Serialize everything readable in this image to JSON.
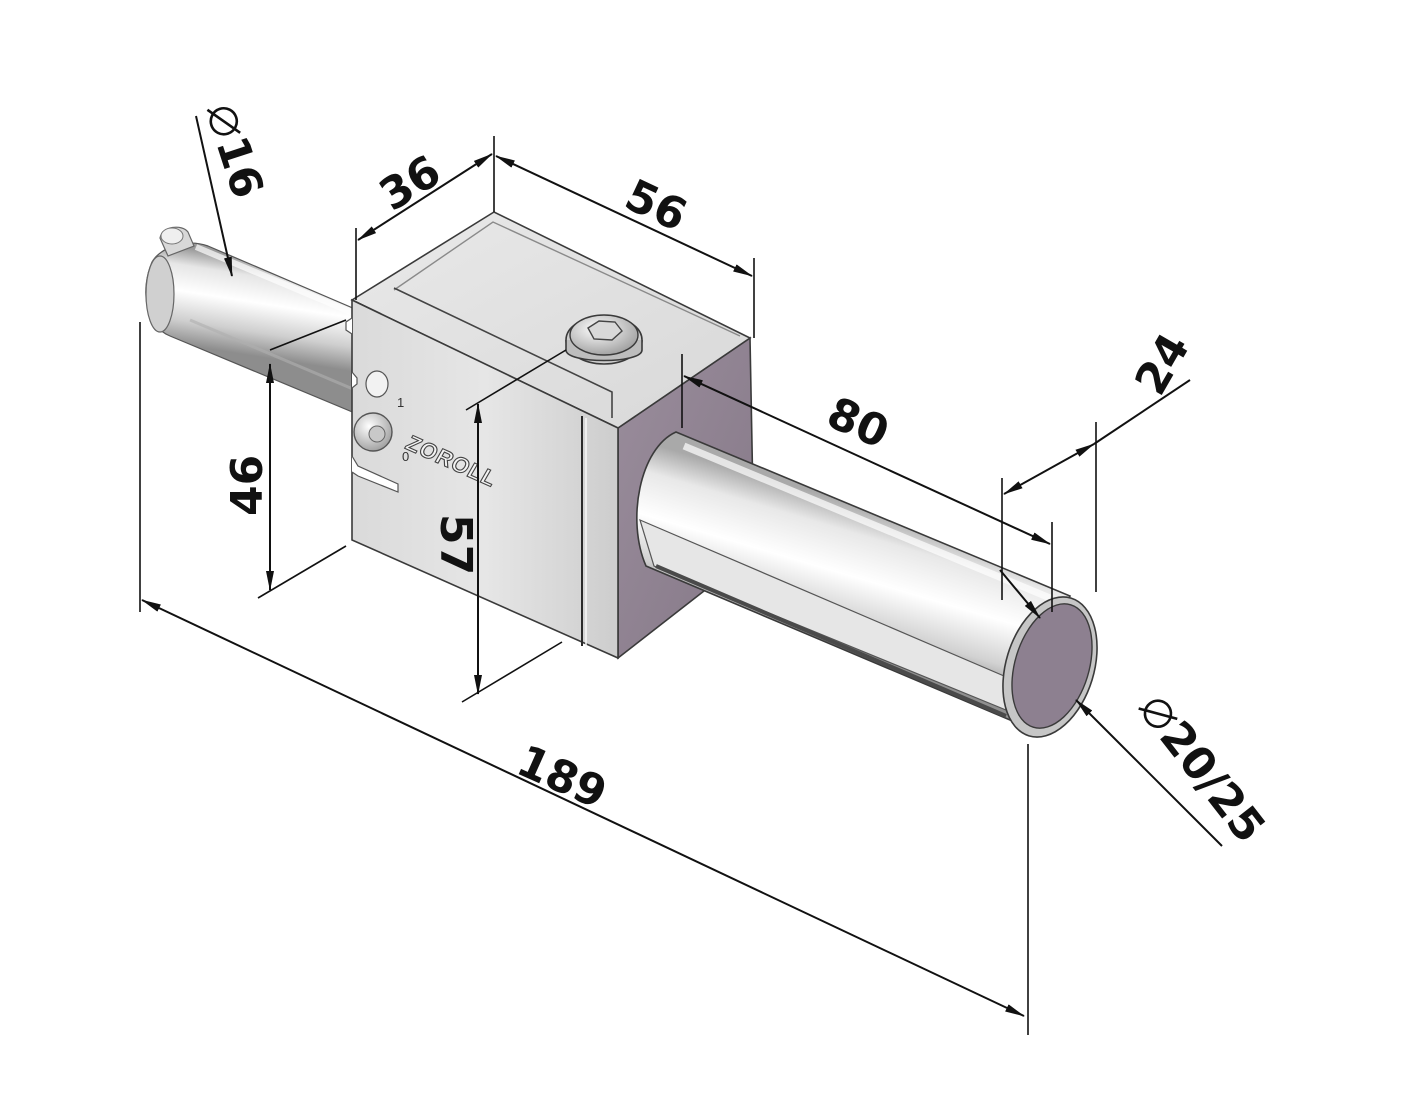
{
  "drawing": {
    "brand": "ZOROLL",
    "position_marks": [
      "1",
      "0"
    ],
    "dimensions": {
      "shaft_small_diameter": "16",
      "block_depth": "36",
      "block_width": "56",
      "mount_height": "46",
      "block_height": "57",
      "shaft_large_length": "80",
      "shaft_end_length": "24",
      "shaft_large_diameter": "20/25",
      "overall_length": "189"
    },
    "colors": {
      "block_side": "#8e8190",
      "shaft_end_face": "#8d8090",
      "metal_light": "#f0f0f0",
      "metal_mid": "#cfcfcf",
      "line": "#111111"
    }
  }
}
